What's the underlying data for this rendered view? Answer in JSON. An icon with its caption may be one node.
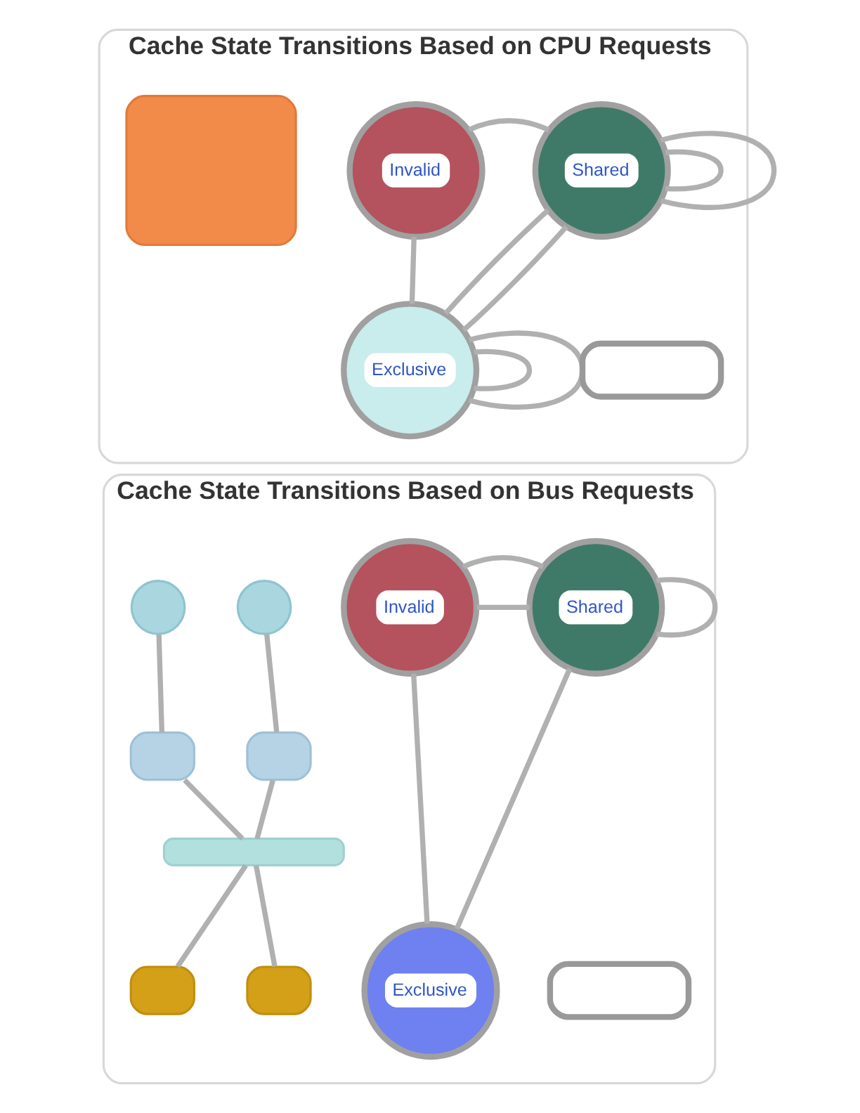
{
  "diagram": {
    "nodes": [
      {
        "text": [
          "Cache State Transitions Based on CPU Requests"
        ]
      },
      {
        "text": [
          "Invalid"
        ],
        "in": 0
      },
      {
        "text": [
          "Shared"
        ],
        "in": 0
      },
      {
        "text": [
          "Exclusive"
        ],
        "in": 0
      },
      {
        "text": [],
        "shape": "box",
        "in": 0
      },
      {
        "text": [],
        "shape": "box",
        "in": 0
      },
      {
        "text": [
          "Cache State Transitions Based on Bus Requests"
        ]
      },
      {
        "text": [
          "Invalid"
        ],
        "in": 6
      },
      {
        "text": [
          "Shared"
        ],
        "in": 6
      },
      {
        "text": [
          "Exclusive"
        ],
        "in": 6
      },
      {
        "text": [],
        "shape": "circle",
        "in": 6
      },
      {
        "text": [],
        "shape": "circle",
        "in": 6
      },
      {
        "text": [],
        "shape": "box",
        "in": 6
      },
      {
        "text": [],
        "shape": "box",
        "in": 6
      },
      {
        "text": [],
        "shape": "bar",
        "in": 6
      },
      {
        "text": [],
        "shape": "box",
        "in": 6
      },
      {
        "text": [],
        "shape": "box",
        "in": 6
      },
      {
        "text": [],
        "shape": "box",
        "in": 6
      }
    ],
    "edges": [
      {
        "from": 1,
        "to": 2,
        "arrow": "none"
      },
      {
        "from": 1,
        "to": 3,
        "arrow": "none"
      },
      {
        "from": 2,
        "to": 3,
        "arrow": "none"
      },
      {
        "from": 2,
        "to": 3,
        "arrow": "none"
      },
      {
        "from": 2,
        "to": 2,
        "arrow": "none"
      },
      {
        "from": 2,
        "to": 2,
        "arrow": "none"
      },
      {
        "from": 3,
        "to": 3,
        "arrow": "none"
      },
      {
        "from": 3,
        "to": 3,
        "arrow": "none"
      },
      {
        "from": 7,
        "to": 8,
        "arrow": "none"
      },
      {
        "from": 7,
        "to": 8,
        "arrow": "none"
      },
      {
        "from": 8,
        "to": 8,
        "arrow": "none"
      },
      {
        "from": 7,
        "to": 9,
        "arrow": "none"
      },
      {
        "from": 8,
        "to": 9,
        "arrow": "none"
      },
      {
        "from": 10,
        "to": 12,
        "arrow": "none"
      },
      {
        "from": 11,
        "to": 13,
        "arrow": "none"
      },
      {
        "from": 12,
        "to": 14,
        "arrow": "none"
      },
      {
        "from": 13,
        "to": 14,
        "arrow": "none"
      },
      {
        "from": 14,
        "to": 15,
        "arrow": "none"
      },
      {
        "from": 14,
        "to": 16,
        "arrow": "none"
      }
    ]
  }
}
